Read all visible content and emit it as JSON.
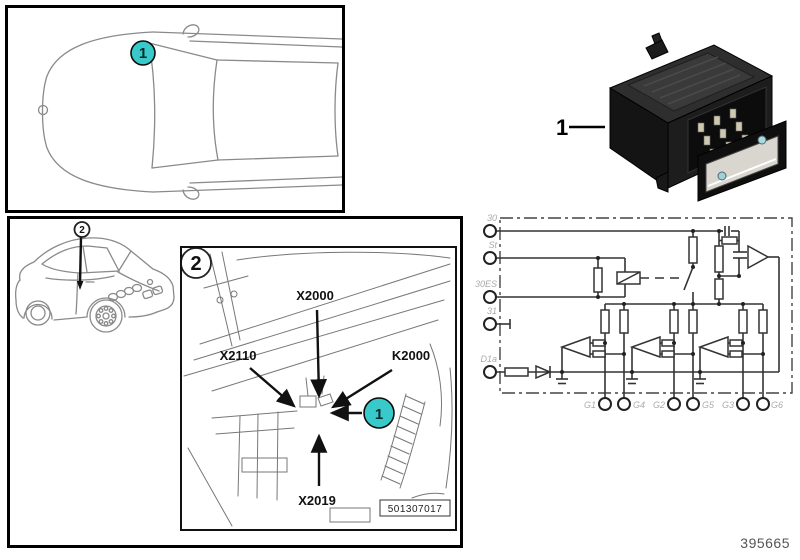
{
  "page": {
    "footer_number": "395665"
  },
  "location_panels": {
    "top_view": {
      "callout": "1"
    },
    "side_view": {
      "callout": "2"
    }
  },
  "engine_detail": {
    "frame_callout": "2",
    "pointer_callout": "1",
    "connector_labels": {
      "top": "X2000",
      "left": "X2110",
      "right": "K2000",
      "bottom": "X2019"
    },
    "image_number": "501307017"
  },
  "relay_photo": {
    "callout": "1"
  },
  "schematic": {
    "left_terminals": [
      {
        "label": "30"
      },
      {
        "label": "St"
      },
      {
        "label": "30ES"
      },
      {
        "label": "31"
      },
      {
        "label": "D1a"
      }
    ],
    "bottom_terminals": [
      {
        "label": "G1"
      },
      {
        "label": "G4"
      },
      {
        "label": "G2"
      },
      {
        "label": "G5"
      },
      {
        "label": "G3"
      },
      {
        "label": "G6"
      }
    ]
  },
  "colors": {
    "callout_fill": "#38c9cb",
    "sketch_gray": "#8a8a8a",
    "wire_dark": "#333333"
  }
}
